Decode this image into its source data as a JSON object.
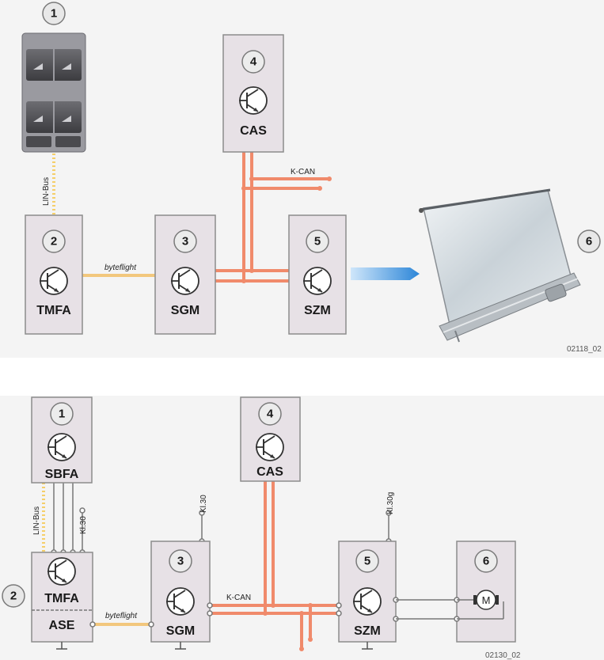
{
  "top": {
    "callouts": [
      "1",
      "2",
      "3",
      "4",
      "5",
      "6"
    ],
    "boxes": {
      "tmfa": "TMFA",
      "sgm": "SGM",
      "cas": "CAS",
      "szm": "SZM"
    },
    "labels": {
      "lin_bus": "LIN-Bus",
      "byteflight": "byteflight",
      "k_can": "K-CAN"
    },
    "figure_id": "02118_02"
  },
  "bottom": {
    "callouts": [
      "1",
      "2",
      "3",
      "4",
      "5",
      "6"
    ],
    "boxes": {
      "sbfa": "SBFA",
      "tmfa": "TMFA",
      "ase": "ASE",
      "sgm": "SGM",
      "cas": "CAS",
      "szm": "SZM",
      "motor": "M"
    },
    "labels": {
      "lin_bus": "LIN-Bus",
      "kl30_a": "Kl.30",
      "kl30_b": "Kl.30",
      "kl30g": "Kl.30g",
      "k_can": "K-CAN",
      "byteflight": "byteflight"
    },
    "figure_id": "02130_02"
  },
  "colors": {
    "panel_bg": "#f4f4f4",
    "box_fill": "#e7e1e6",
    "box_stroke": "#8c8c8c",
    "k_can": "#f08a6b",
    "byteflight": "#f2c77d",
    "lin_bus": "#f5cf6a",
    "wire": "#777777",
    "arrow": "#3a8fd6"
  }
}
